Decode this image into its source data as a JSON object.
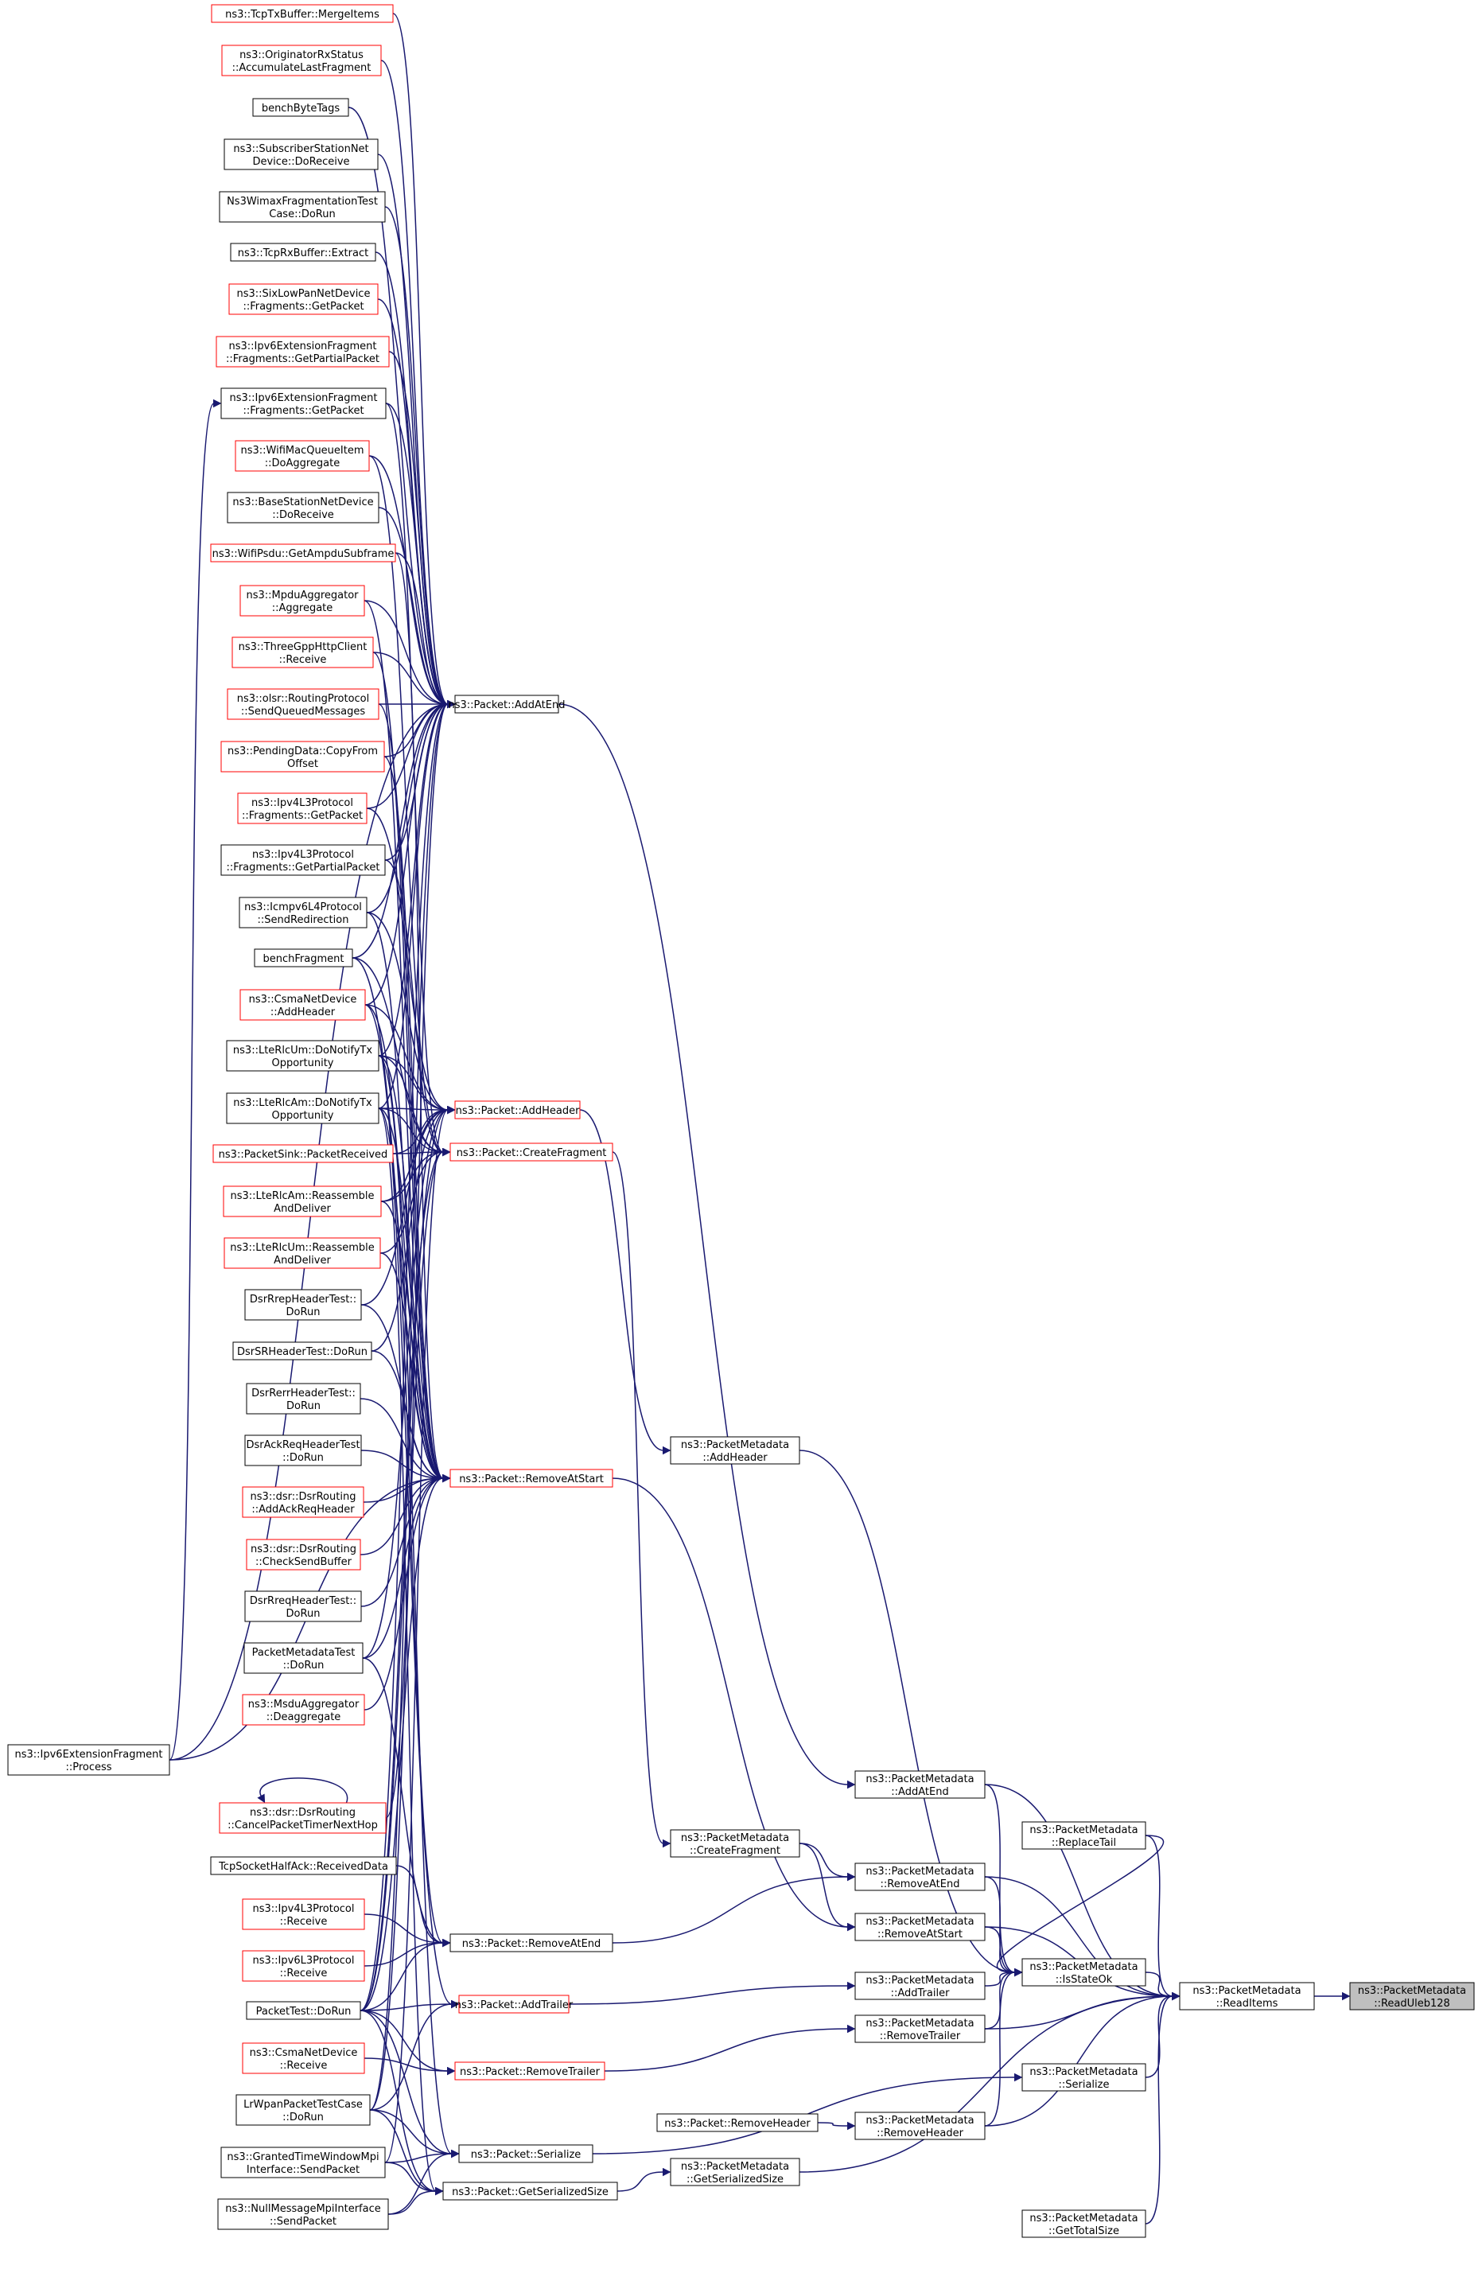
{
  "colors": {
    "edge": "#191970",
    "border_plain": "#000000",
    "border_truncated": "#ff0000",
    "highlight_fill": "#bfbfbf"
  },
  "nodes": {
    "readuleb": {
      "lines": [
        "ns3::PacketMetadata",
        "::ReadUleb128"
      ],
      "style": "highlight"
    },
    "readitems": {
      "lines": [
        "ns3::PacketMetadata",
        "::ReadItems"
      ],
      "style": "plain"
    },
    "pm_addatend": {
      "lines": [
        "ns3::PacketMetadata",
        "::AddAtEnd"
      ],
      "style": "plain"
    },
    "pm_replacetail": {
      "lines": [
        "ns3::PacketMetadata",
        "::ReplaceTail"
      ],
      "style": "plain"
    },
    "pm_removeatend": {
      "lines": [
        "ns3::PacketMetadata",
        "::RemoveAtEnd"
      ],
      "style": "plain"
    },
    "pm_removeatstart": {
      "lines": [
        "ns3::PacketMetadata",
        "::RemoveAtStart"
      ],
      "style": "plain"
    },
    "pm_isstateok": {
      "lines": [
        "ns3::PacketMetadata",
        "::IsStateOk"
      ],
      "style": "plain"
    },
    "pm_addtrailer": {
      "lines": [
        "ns3::PacketMetadata",
        "::AddTrailer"
      ],
      "style": "plain"
    },
    "pm_removetrailer": {
      "lines": [
        "ns3::PacketMetadata",
        "::RemoveTrailer"
      ],
      "style": "plain"
    },
    "pm_serialize": {
      "lines": [
        "ns3::PacketMetadata",
        "::Serialize"
      ],
      "style": "plain"
    },
    "pm_removeheader": {
      "lines": [
        "ns3::PacketMetadata",
        "::RemoveHeader"
      ],
      "style": "plain"
    },
    "pm_getserializedsize": {
      "lines": [
        "ns3::PacketMetadata",
        "::GetSerializedSize"
      ],
      "style": "plain"
    },
    "pm_gettotalsize": {
      "lines": [
        "ns3::PacketMetadata",
        "::GetTotalSize"
      ],
      "style": "plain"
    },
    "pm_addheader": {
      "lines": [
        "ns3::PacketMetadata",
        "::AddHeader"
      ],
      "style": "plain"
    },
    "pm_createfragment": {
      "lines": [
        "ns3::PacketMetadata",
        "::CreateFragment"
      ],
      "style": "plain"
    },
    "p_removeheader": {
      "lines": [
        "ns3::Packet::RemoveHeader"
      ],
      "style": "plain"
    },
    "p_addatend": {
      "lines": [
        "ns3::Packet::AddAtEnd"
      ],
      "style": "plain"
    },
    "p_addheader": {
      "lines": [
        "ns3::Packet::AddHeader"
      ],
      "style": "red"
    },
    "p_createfragment": {
      "lines": [
        "ns3::Packet::CreateFragment"
      ],
      "style": "red"
    },
    "p_removeatstart": {
      "lines": [
        "ns3::Packet::RemoveAtStart"
      ],
      "style": "red"
    },
    "p_removeatend": {
      "lines": [
        "ns3::Packet::RemoveAtEnd"
      ],
      "style": "plain"
    },
    "p_addtrailer": {
      "lines": [
        "ns3::Packet::AddTrailer"
      ],
      "style": "red"
    },
    "p_removetrailer": {
      "lines": [
        "ns3::Packet::RemoveTrailer"
      ],
      "style": "red"
    },
    "p_serialize": {
      "lines": [
        "ns3::Packet::Serialize"
      ],
      "style": "plain"
    },
    "p_getserializedsize": {
      "lines": [
        "ns3::Packet::GetSerializedSize"
      ],
      "style": "plain"
    },
    "c_tcptx": {
      "lines": [
        "ns3::TcpTxBuffer::MergeItems"
      ],
      "style": "red"
    },
    "c_orig": {
      "lines": [
        "ns3::OriginatorRxStatus",
        "::AccumulateLastFragment"
      ],
      "style": "red"
    },
    "c_benchbyte": {
      "lines": [
        "benchByteTags"
      ],
      "style": "plain"
    },
    "c_subscriber": {
      "lines": [
        "ns3::SubscriberStationNet",
        "Device::DoReceive"
      ],
      "style": "plain"
    },
    "c_wimax": {
      "lines": [
        "Ns3WimaxFragmentationTest",
        "Case::DoRun"
      ],
      "style": "plain"
    },
    "c_tcprx": {
      "lines": [
        "ns3::TcpRxBuffer::Extract"
      ],
      "style": "plain"
    },
    "c_sixlow": {
      "lines": [
        "ns3::SixLowPanNetDevice",
        "::Fragments::GetPacket"
      ],
      "style": "red"
    },
    "c_ipv6partial": {
      "lines": [
        "ns3::Ipv6ExtensionFragment",
        "::Fragments::GetPartialPacket"
      ],
      "style": "red"
    },
    "c_ipv6getpacket": {
      "lines": [
        "ns3::Ipv6ExtensionFragment",
        "::Fragments::GetPacket"
      ],
      "style": "plain"
    },
    "c_wifimacq": {
      "lines": [
        "ns3::WifiMacQueueItem",
        "::DoAggregate"
      ],
      "style": "red"
    },
    "c_basestation": {
      "lines": [
        "ns3::BaseStationNetDevice",
        "::DoReceive"
      ],
      "style": "plain"
    },
    "c_wifipsdu": {
      "lines": [
        "ns3::WifiPsdu::GetAmpduSubframe"
      ],
      "style": "red"
    },
    "c_mpdu": {
      "lines": [
        "ns3::MpduAggregator",
        "::Aggregate"
      ],
      "style": "red"
    },
    "c_threegpp": {
      "lines": [
        "ns3::ThreeGppHttpClient",
        "::Receive"
      ],
      "style": "red"
    },
    "c_olsr": {
      "lines": [
        "ns3::olsr::RoutingProtocol",
        "::SendQueuedMessages"
      ],
      "style": "red"
    },
    "c_pending": {
      "lines": [
        "ns3::PendingData::CopyFrom",
        "Offset"
      ],
      "style": "red"
    },
    "c_ipv4getpacket": {
      "lines": [
        "ns3::Ipv4L3Protocol",
        "::Fragments::GetPacket"
      ],
      "style": "red"
    },
    "c_ipv4partial": {
      "lines": [
        "ns3::Ipv4L3Protocol",
        "::Fragments::GetPartialPacket"
      ],
      "style": "plain"
    },
    "c_icmpv6": {
      "lines": [
        "ns3::Icmpv6L4Protocol",
        "::SendRedirection"
      ],
      "style": "plain"
    },
    "c_benchfrag": {
      "lines": [
        "benchFragment"
      ],
      "style": "plain"
    },
    "c_csmaaddheader": {
      "lines": [
        "ns3::CsmaNetDevice",
        "::AddHeader"
      ],
      "style": "red"
    },
    "c_lterlcum": {
      "lines": [
        "ns3::LteRlcUm::DoNotifyTx",
        "Opportunity"
      ],
      "style": "plain"
    },
    "c_lterlcam": {
      "lines": [
        "ns3::LteRlcAm::DoNotifyTx",
        "Opportunity"
      ],
      "style": "plain"
    },
    "c_packetsink": {
      "lines": [
        "ns3::PacketSink::PacketReceived"
      ],
      "style": "red"
    },
    "c_lterlcamreasm": {
      "lines": [
        "ns3::LteRlcAm::Reassemble",
        "AndDeliver"
      ],
      "style": "red"
    },
    "c_lterlcumreasm": {
      "lines": [
        "ns3::LteRlcUm::Reassemble",
        "AndDeliver"
      ],
      "style": "red"
    },
    "c_dsrrrep": {
      "lines": [
        "DsrRrepHeaderTest::",
        "DoRun"
      ],
      "style": "plain"
    },
    "c_dsrsr": {
      "lines": [
        "DsrSRHeaderTest::DoRun"
      ],
      "style": "plain"
    },
    "c_dsrrerr": {
      "lines": [
        "DsrRerrHeaderTest::",
        "DoRun"
      ],
      "style": "plain"
    },
    "c_dsrackreq": {
      "lines": [
        "DsrAckReqHeaderTest",
        "::DoRun"
      ],
      "style": "plain"
    },
    "c_dsraddack": {
      "lines": [
        "ns3::dsr::DsrRouting",
        "::AddAckReqHeader"
      ],
      "style": "red"
    },
    "c_dsrcheck": {
      "lines": [
        "ns3::dsr::DsrRouting",
        "::CheckSendBuffer"
      ],
      "style": "red"
    },
    "c_dsrrreq": {
      "lines": [
        "DsrRreqHeaderTest::",
        "DoRun"
      ],
      "style": "plain"
    },
    "c_pmtest": {
      "lines": [
        "PacketMetadataTest",
        "::DoRun"
      ],
      "style": "plain"
    },
    "c_msdu": {
      "lines": [
        "ns3::MsduAggregator",
        "::Deaggregate"
      ],
      "style": "red"
    },
    "c_dsrcancel": {
      "lines": [
        "ns3::dsr::DsrRouting",
        "::CancelPacketTimerNextHop"
      ],
      "style": "red"
    },
    "c_tcpsock": {
      "lines": [
        "TcpSocketHalfAck::ReceivedData"
      ],
      "style": "plain"
    },
    "c_ipv4receive": {
      "lines": [
        "ns3::Ipv4L3Protocol",
        "::Receive"
      ],
      "style": "red"
    },
    "c_ipv6receive": {
      "lines": [
        "ns3::Ipv6L3Protocol",
        "::Receive"
      ],
      "style": "red"
    },
    "c_packettest": {
      "lines": [
        "PacketTest::DoRun"
      ],
      "style": "plain"
    },
    "c_csmareceive": {
      "lines": [
        "ns3::CsmaNetDevice",
        "::Receive"
      ],
      "style": "red"
    },
    "c_lrwpan": {
      "lines": [
        "LrWpanPacketTestCase",
        "::DoRun"
      ],
      "style": "plain"
    },
    "c_granted": {
      "lines": [
        "ns3::GrantedTimeWindowMpi",
        "Interface::SendPacket"
      ],
      "style": "plain"
    },
    "c_nullmsg": {
      "lines": [
        "ns3::NullMessageMpiInterface",
        "::SendPacket"
      ],
      "style": "plain"
    },
    "c_ipv6process": {
      "lines": [
        "ns3::Ipv6ExtensionFragment",
        "::Process"
      ],
      "style": "plain"
    }
  }
}
